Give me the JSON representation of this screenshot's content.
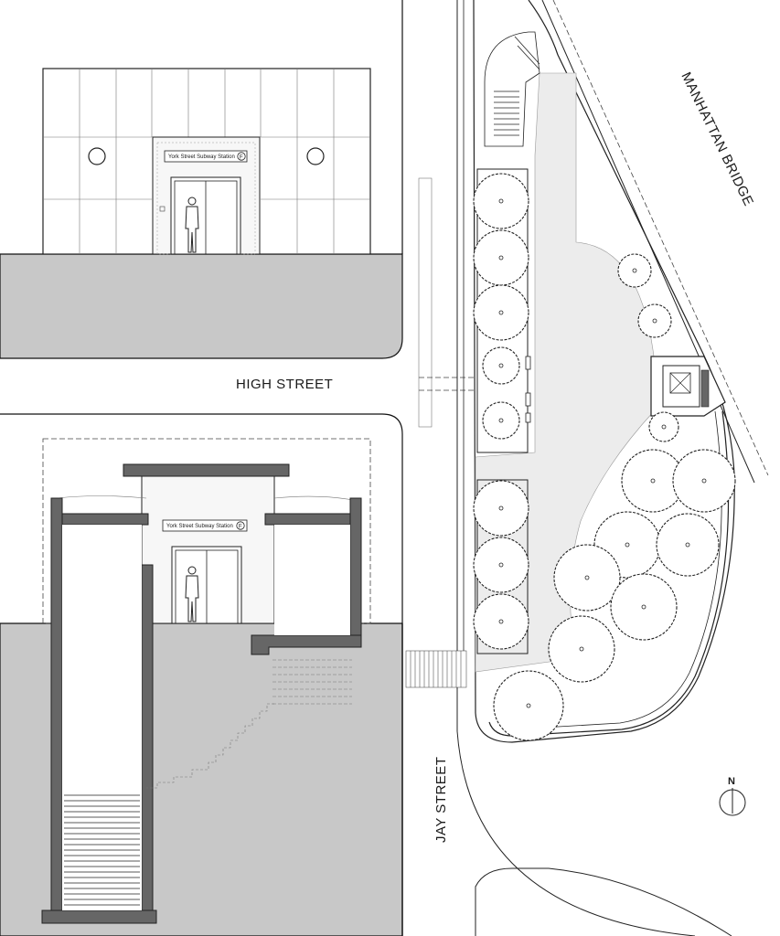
{
  "labels": {
    "high_street": "HIGH STREET",
    "jay_street": "JAY STREET",
    "manhattan_bridge": "MANHATTAN BRIDGE",
    "north": "N"
  },
  "sign": {
    "elevation_text": "York Street Subway Station",
    "section_text": "York Street Subway Station",
    "line_letter": "F"
  },
  "colors": {
    "ground": "#c8c8c8",
    "wall": "#666666",
    "line": "#222222"
  }
}
